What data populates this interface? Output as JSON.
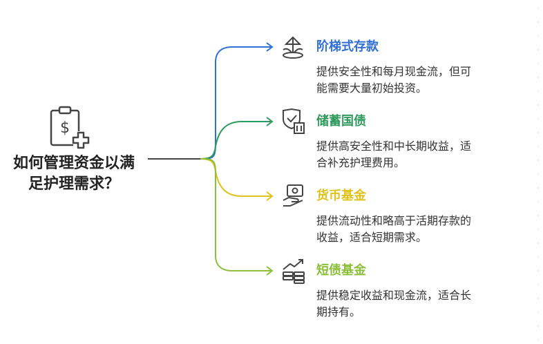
{
  "root": {
    "title_line1": "如何管理资金以满",
    "title_line2": "足护理需求？",
    "icon": "clipboard-dollar-plus-icon"
  },
  "branches": [
    {
      "title": "阶梯式存款",
      "desc_line1": "提供安全性和每月现金流，但可",
      "desc_line2": "能需要大量初始投资。",
      "color": "#2f6fd6",
      "icon": "stacked-coins-plant-icon"
    },
    {
      "title": "储蓄国债",
      "desc_line1": "提供高安全性和中长期收益，适",
      "desc_line2": "合补充护理费用。",
      "color": "#2f9a5e",
      "icon": "shield-building-icon"
    },
    {
      "title": "货币基金",
      "desc_line1": "提供流动性和略高于活期存款的",
      "desc_line2": "收益，适合短期需求。",
      "color": "#e0c21a",
      "icon": "money-hand-icon"
    },
    {
      "title": "短债基金",
      "desc_line1": "提供稳定收益和现金流，适合长",
      "desc_line2": "期持有。",
      "color": "#8bbf3a",
      "icon": "growth-chart-coins-icon"
    }
  ]
}
